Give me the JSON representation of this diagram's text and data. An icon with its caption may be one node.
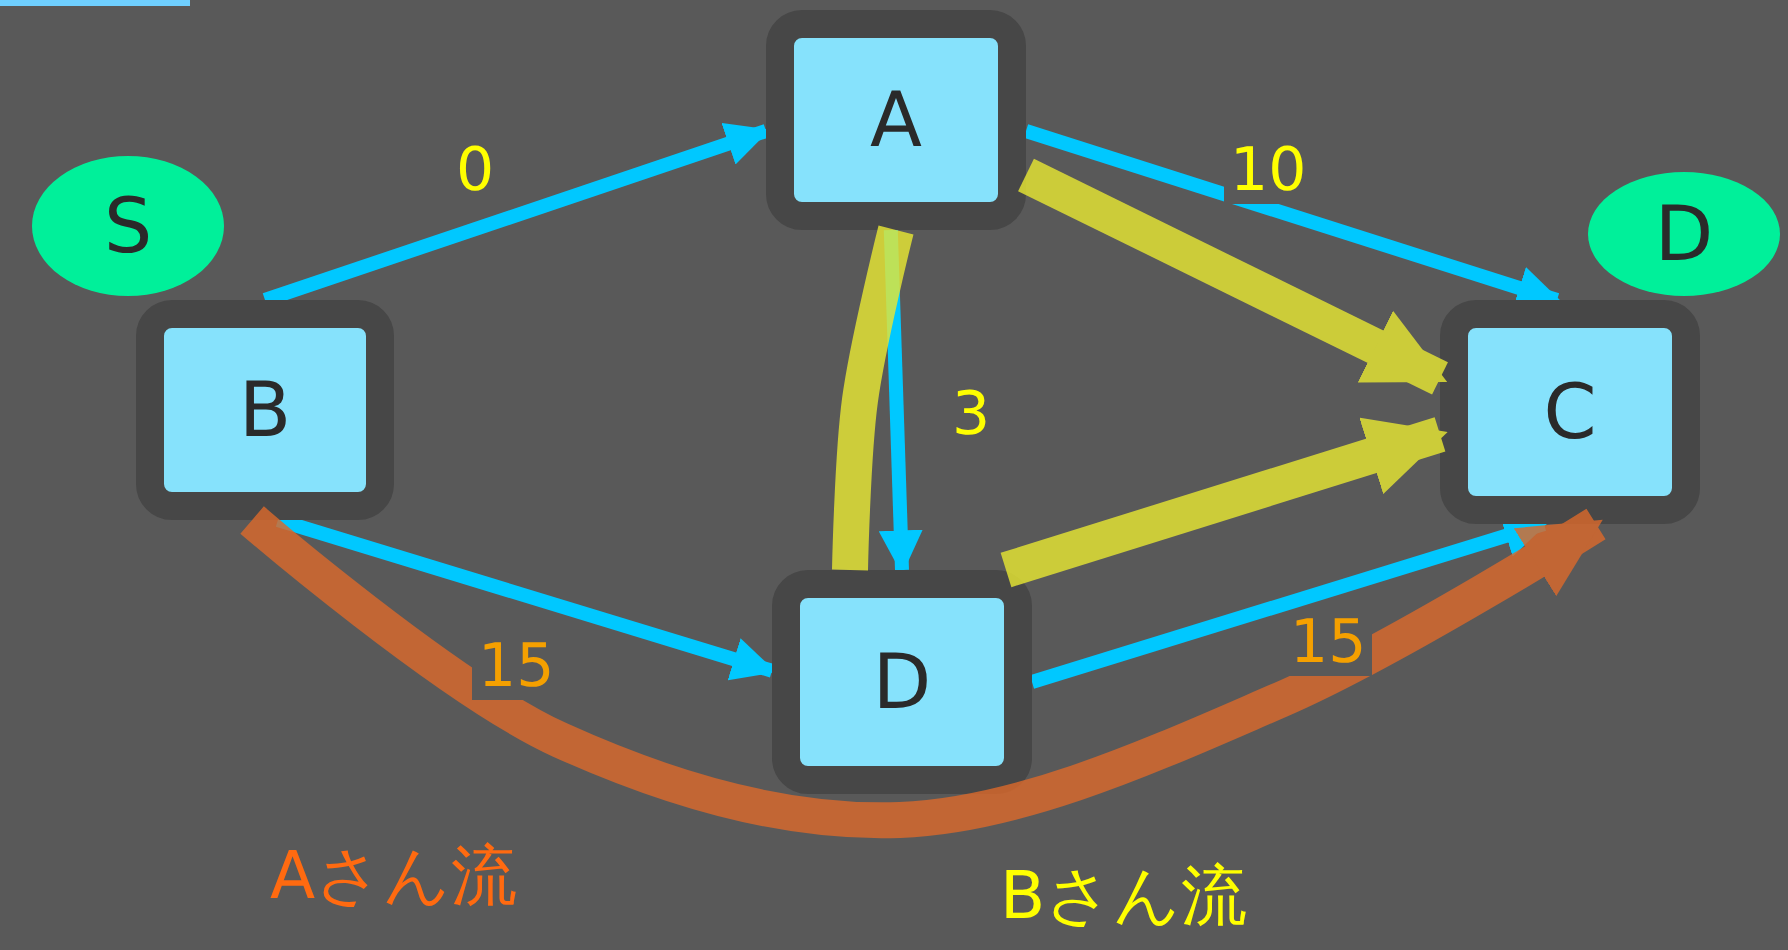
{
  "diagram": {
    "nodes": [
      {
        "text": [
          "S"
        ]
      },
      {
        "text": [
          "B"
        ]
      },
      {
        "text": [
          "A"
        ]
      },
      {
        "text": [
          "D"
        ]
      },
      {
        "text": [
          "C"
        ]
      },
      {
        "text": [
          "D"
        ]
      }
    ],
    "edges": [
      {
        "from": 1,
        "to": 2,
        "arrow": "to",
        "label": "0"
      },
      {
        "from": 2,
        "to": 4,
        "arrow": "to",
        "label": "10"
      },
      {
        "from": 2,
        "to": 5,
        "arrow": "to",
        "label": "3"
      },
      {
        "from": 1,
        "to": 5,
        "arrow": "to",
        "label": "15"
      },
      {
        "from": 5,
        "to": 4,
        "arrow": "to",
        "label": "15"
      },
      {
        "from": 2,
        "to": 4,
        "arrow": "to",
        "style": "thick",
        "color": "#e6e633"
      },
      {
        "from": 2,
        "to": 5,
        "arrow": "none",
        "style": "thick",
        "color": "#e6e633"
      },
      {
        "from": 5,
        "to": 4,
        "arrow": "to",
        "style": "thick",
        "color": "#e6e633"
      },
      {
        "from": 1,
        "to": 4,
        "arrow": "to",
        "style": "thick",
        "color": "#d9692c"
      }
    ],
    "labels": [
      "Aさん流",
      "Bさん流"
    ]
  }
}
